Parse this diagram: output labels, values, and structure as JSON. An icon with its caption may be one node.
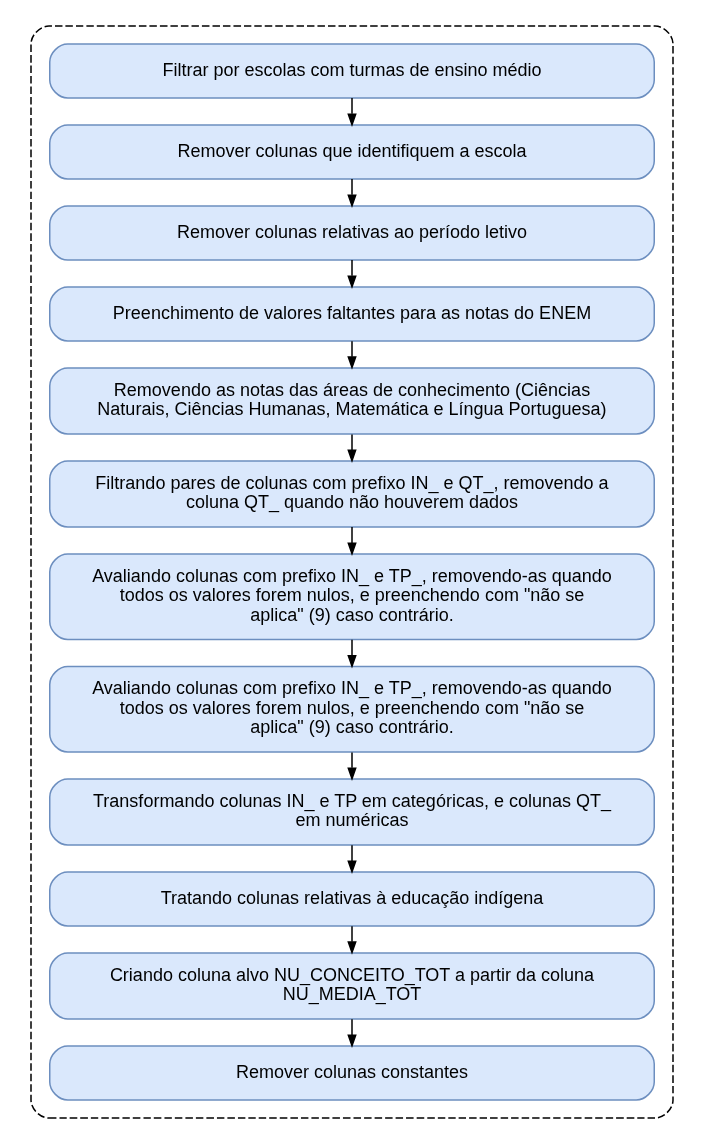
{
  "diagram": {
    "nodes": [
      {
        "text": [],
        "shape": "box"
      },
      {
        "text": [
          "Filtrar por escolas com turmas de ensino médio"
        ],
        "in": 0
      },
      {
        "text": [
          "Remover colunas que identifiquem a escola"
        ],
        "in": 0
      },
      {
        "text": [
          "Remover colunas relativas ao período letivo"
        ],
        "in": 0
      },
      {
        "text": [
          "Preenchimento de valores faltantes para as notas do ENEM"
        ],
        "in": 0
      },
      {
        "text": [
          "Removendo as notas das áreas de conhecimento (Ciências Naturais, Ciências Humanas, Matemática e Língua Portuguesa)"
        ],
        "in": 0
      },
      {
        "text": [
          "Filtrando pares de colunas com prefixo IN_ e QT_, removendo a coluna QT_ quando não houverem dados"
        ],
        "in": 0
      },
      {
        "text": [
          "Avaliando colunas com prefixo IN_ e TP_, removendo-as quando todos os valores forem nulos, e preenchendo com \"não se aplica\" (9) caso contrário."
        ],
        "in": 0
      },
      {
        "text": [
          "Avaliando colunas com prefixo IN_ e TP_, removendo-as quando todos os valores forem nulos, e preenchendo com \"não se aplica\" (9) caso contrário."
        ],
        "in": 0
      },
      {
        "text": [
          "Transformando colunas IN_ e TP em categóricas, e colunas QT_ em numéricas"
        ],
        "in": 0
      },
      {
        "text": [
          "Tratando colunas relativas à educação indígena"
        ],
        "in": 0
      },
      {
        "text": [
          "Criando coluna alvo NU_CONCEITO_TOT a partir da coluna NU_MEDIA_TOT"
        ],
        "in": 0
      },
      {
        "text": [
          "Remover colunas constantes"
        ],
        "in": 0
      }
    ],
    "edges": [
      {
        "from": 1,
        "to": 2,
        "arrow": "to"
      },
      {
        "from": 2,
        "to": 3,
        "arrow": "to"
      },
      {
        "from": 3,
        "to": 4,
        "arrow": "to"
      },
      {
        "from": 4,
        "to": 5,
        "arrow": "to"
      },
      {
        "from": 5,
        "to": 6,
        "arrow": "to"
      },
      {
        "from": 6,
        "to": 7,
        "arrow": "to"
      },
      {
        "from": 7,
        "to": 8,
        "arrow": "to"
      },
      {
        "from": 8,
        "to": 9,
        "arrow": "to"
      },
      {
        "from": 9,
        "to": 10,
        "arrow": "to"
      },
      {
        "from": 10,
        "to": 11,
        "arrow": "to"
      },
      {
        "from": 11,
        "to": 12,
        "arrow": "to"
      }
    ]
  }
}
